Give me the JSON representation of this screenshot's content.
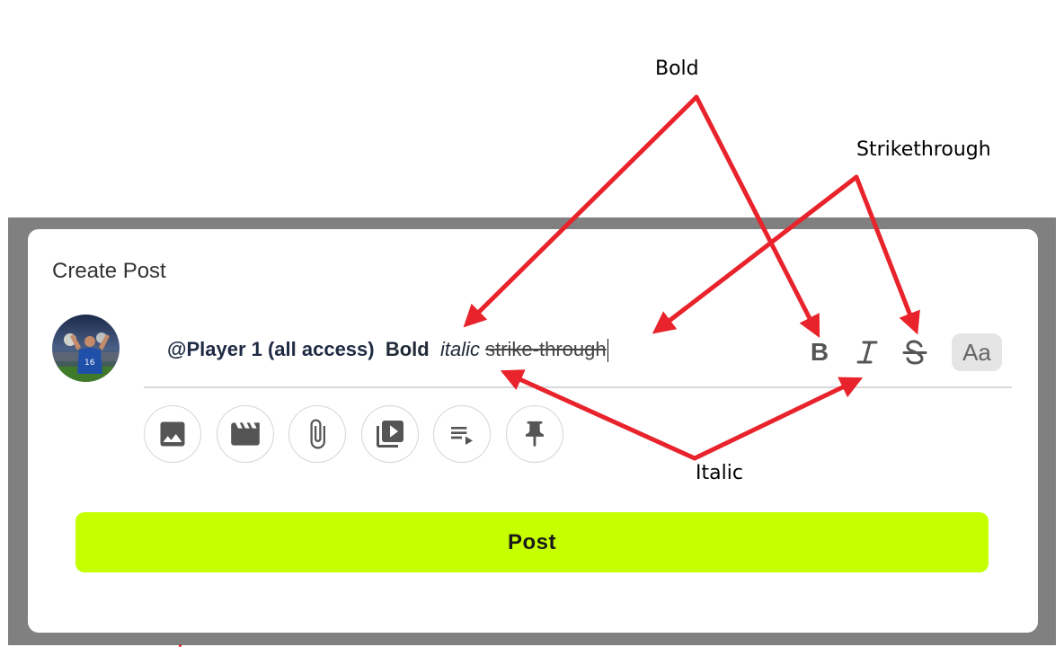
{
  "card": {
    "title": "Create Post"
  },
  "composer": {
    "mention": "@Player 1 (all access)",
    "bold_text": "Bold",
    "italic_text": "italic",
    "strike_text": "strike-through"
  },
  "format_toolbar": {
    "bold_glyph": "B",
    "italic_glyph": "I",
    "strike_glyph": "S",
    "text_size_label": "Aa"
  },
  "media_tools": [
    {
      "icon": "image-icon"
    },
    {
      "icon": "video-icon"
    },
    {
      "icon": "attachment-icon"
    },
    {
      "icon": "playlist-video-icon"
    },
    {
      "icon": "list-play-icon"
    },
    {
      "icon": "pin-icon"
    }
  ],
  "actions": {
    "post_label": "Post"
  },
  "annotations": {
    "bold": "Bold",
    "strikethrough": "Strikethrough",
    "italic": "Italic"
  },
  "colors": {
    "accent": "#c6ff00",
    "backdrop": "#808080",
    "annotation_arrow": "#e8232b"
  }
}
